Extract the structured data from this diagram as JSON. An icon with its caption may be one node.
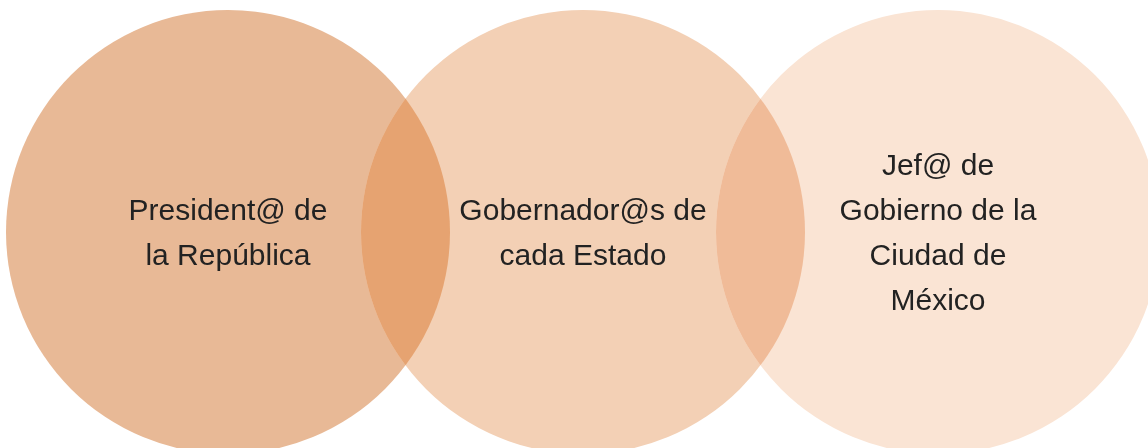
{
  "diagram": {
    "nodes": [
      {
        "text": [
          "President@ de la República"
        ]
      },
      {
        "text": [
          "Gobernador@s de cada Estado"
        ]
      },
      {
        "text": [
          "Jef@ de Gobierno de la Ciudad de México"
        ]
      }
    ]
  }
}
